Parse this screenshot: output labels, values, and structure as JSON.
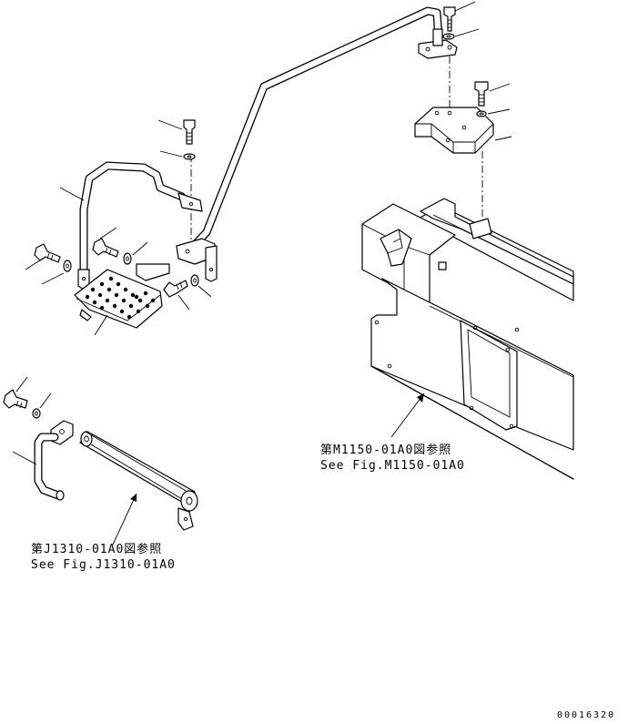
{
  "references": {
    "frame": {
      "jp": "第M1150-01A0図参照",
      "en": "See Fig.M1150-01A0"
    },
    "pin": {
      "jp": "第J1310-01A0図参照",
      "en": "See Fig.J1310-01A0"
    }
  },
  "drawing_code": "00016320"
}
